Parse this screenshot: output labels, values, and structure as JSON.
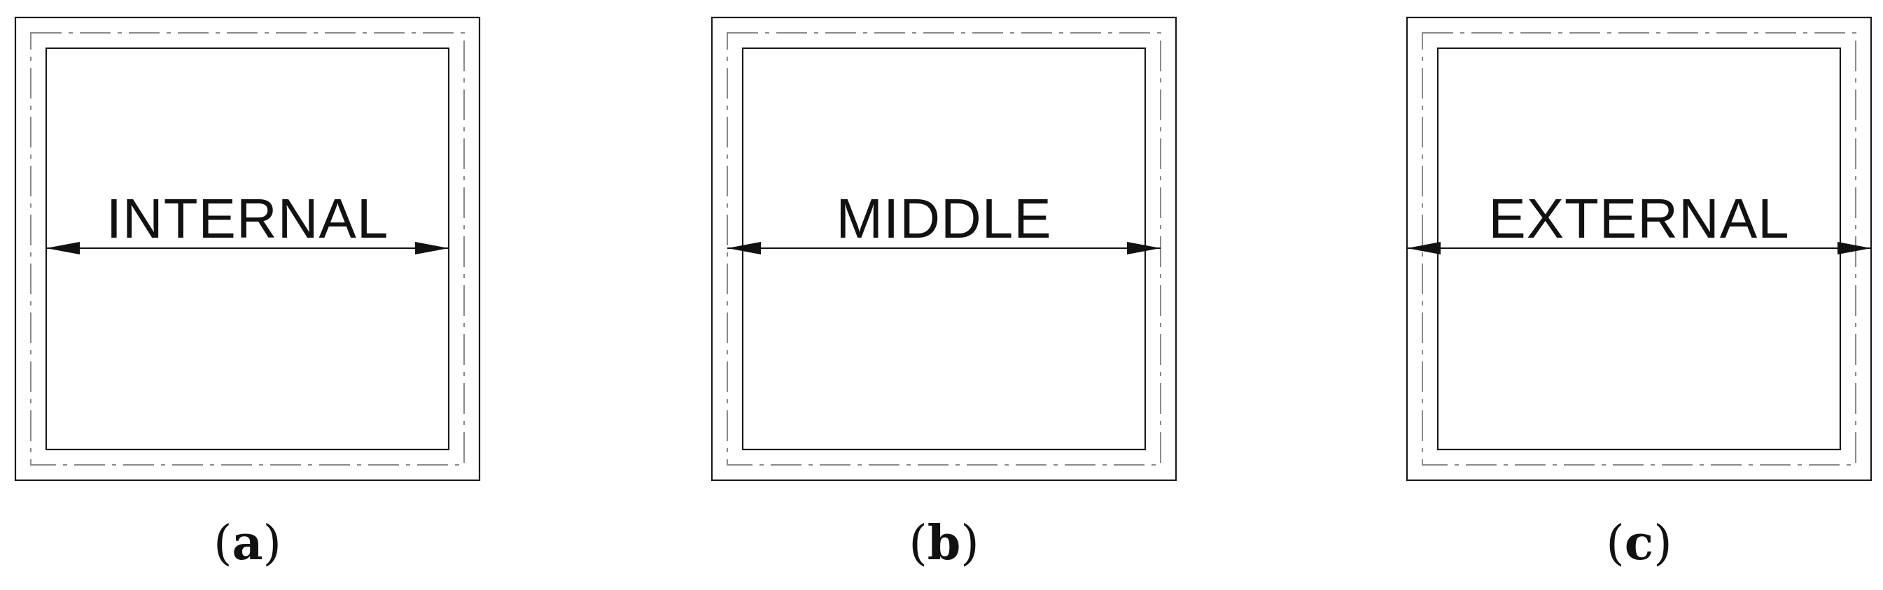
{
  "panels": [
    {
      "dimension_label": "INTERNAL",
      "reference": "internal",
      "caption_letter": "a"
    },
    {
      "dimension_label": "MIDDLE",
      "reference": "middle",
      "caption_letter": "b"
    },
    {
      "dimension_label": "EXTERNAL",
      "reference": "external",
      "caption_letter": "c"
    }
  ],
  "caption_open": "(",
  "caption_close": ")",
  "colors": {
    "wall_line": "#1a1a1a",
    "center_line": "#8a8a8a",
    "dimension": "#111111"
  }
}
